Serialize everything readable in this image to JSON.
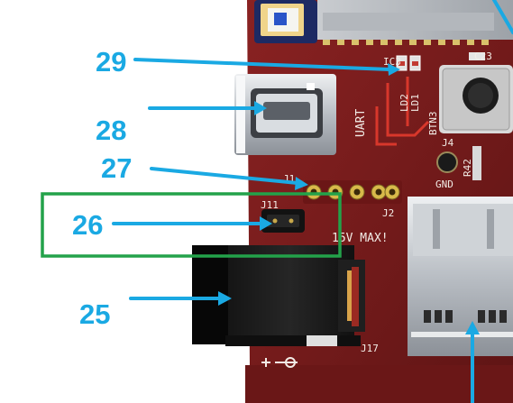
{
  "colors": {
    "callout": "#1aa9e3",
    "highlight_box": "#23a24a",
    "board": "#7a1c1c",
    "silkscreen": "#f2ece6",
    "trace": "#d8372b"
  },
  "callouts": [
    {
      "label": "29"
    },
    {
      "label": "28"
    },
    {
      "label": "27"
    },
    {
      "label": "26"
    },
    {
      "label": "25"
    }
  ],
  "silkscreen": {
    "ic3": "IC3",
    "c23": "C23",
    "ld2": "LD2",
    "ld1": "LD1",
    "uart": "UART",
    "btn3": "BTN3",
    "j4": "J4",
    "r42": "R42",
    "gnd": "GND",
    "j1": "J1",
    "j2": "J2",
    "j11": "J11",
    "max_rating": "15V MAX!",
    "j17": "J17"
  }
}
